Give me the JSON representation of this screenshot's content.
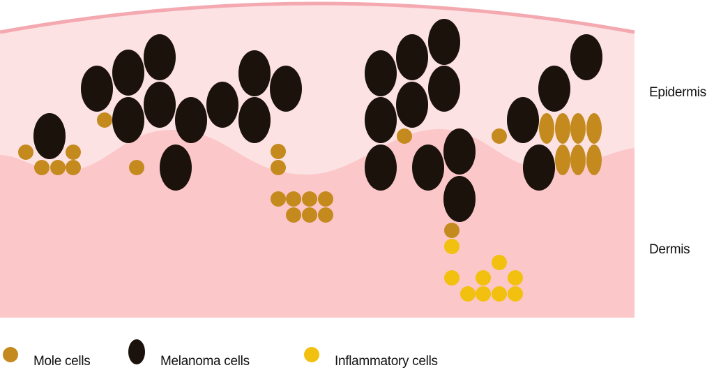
{
  "layers": {
    "epidermis_label": "Epidermis",
    "dermis_label": "Dermis"
  },
  "legend": {
    "items": [
      {
        "label": "Mole cells",
        "color": "#c48a1e",
        "icon": "mole-cell-icon"
      },
      {
        "label": "Melanoma cells",
        "color": "#1a120b",
        "icon": "melanoma-cell-icon"
      },
      {
        "label": "Inflammatory cells",
        "color": "#f2c00e",
        "icon": "inflammatory-cell-icon"
      }
    ]
  },
  "colors": {
    "epidermis": "#fde2e4",
    "dermis": "#fbc7c9",
    "surface_line": "#f4a9b1",
    "mole": "#c48a1e",
    "melanoma": "#1a120b",
    "inflammatory": "#f2c00e"
  }
}
